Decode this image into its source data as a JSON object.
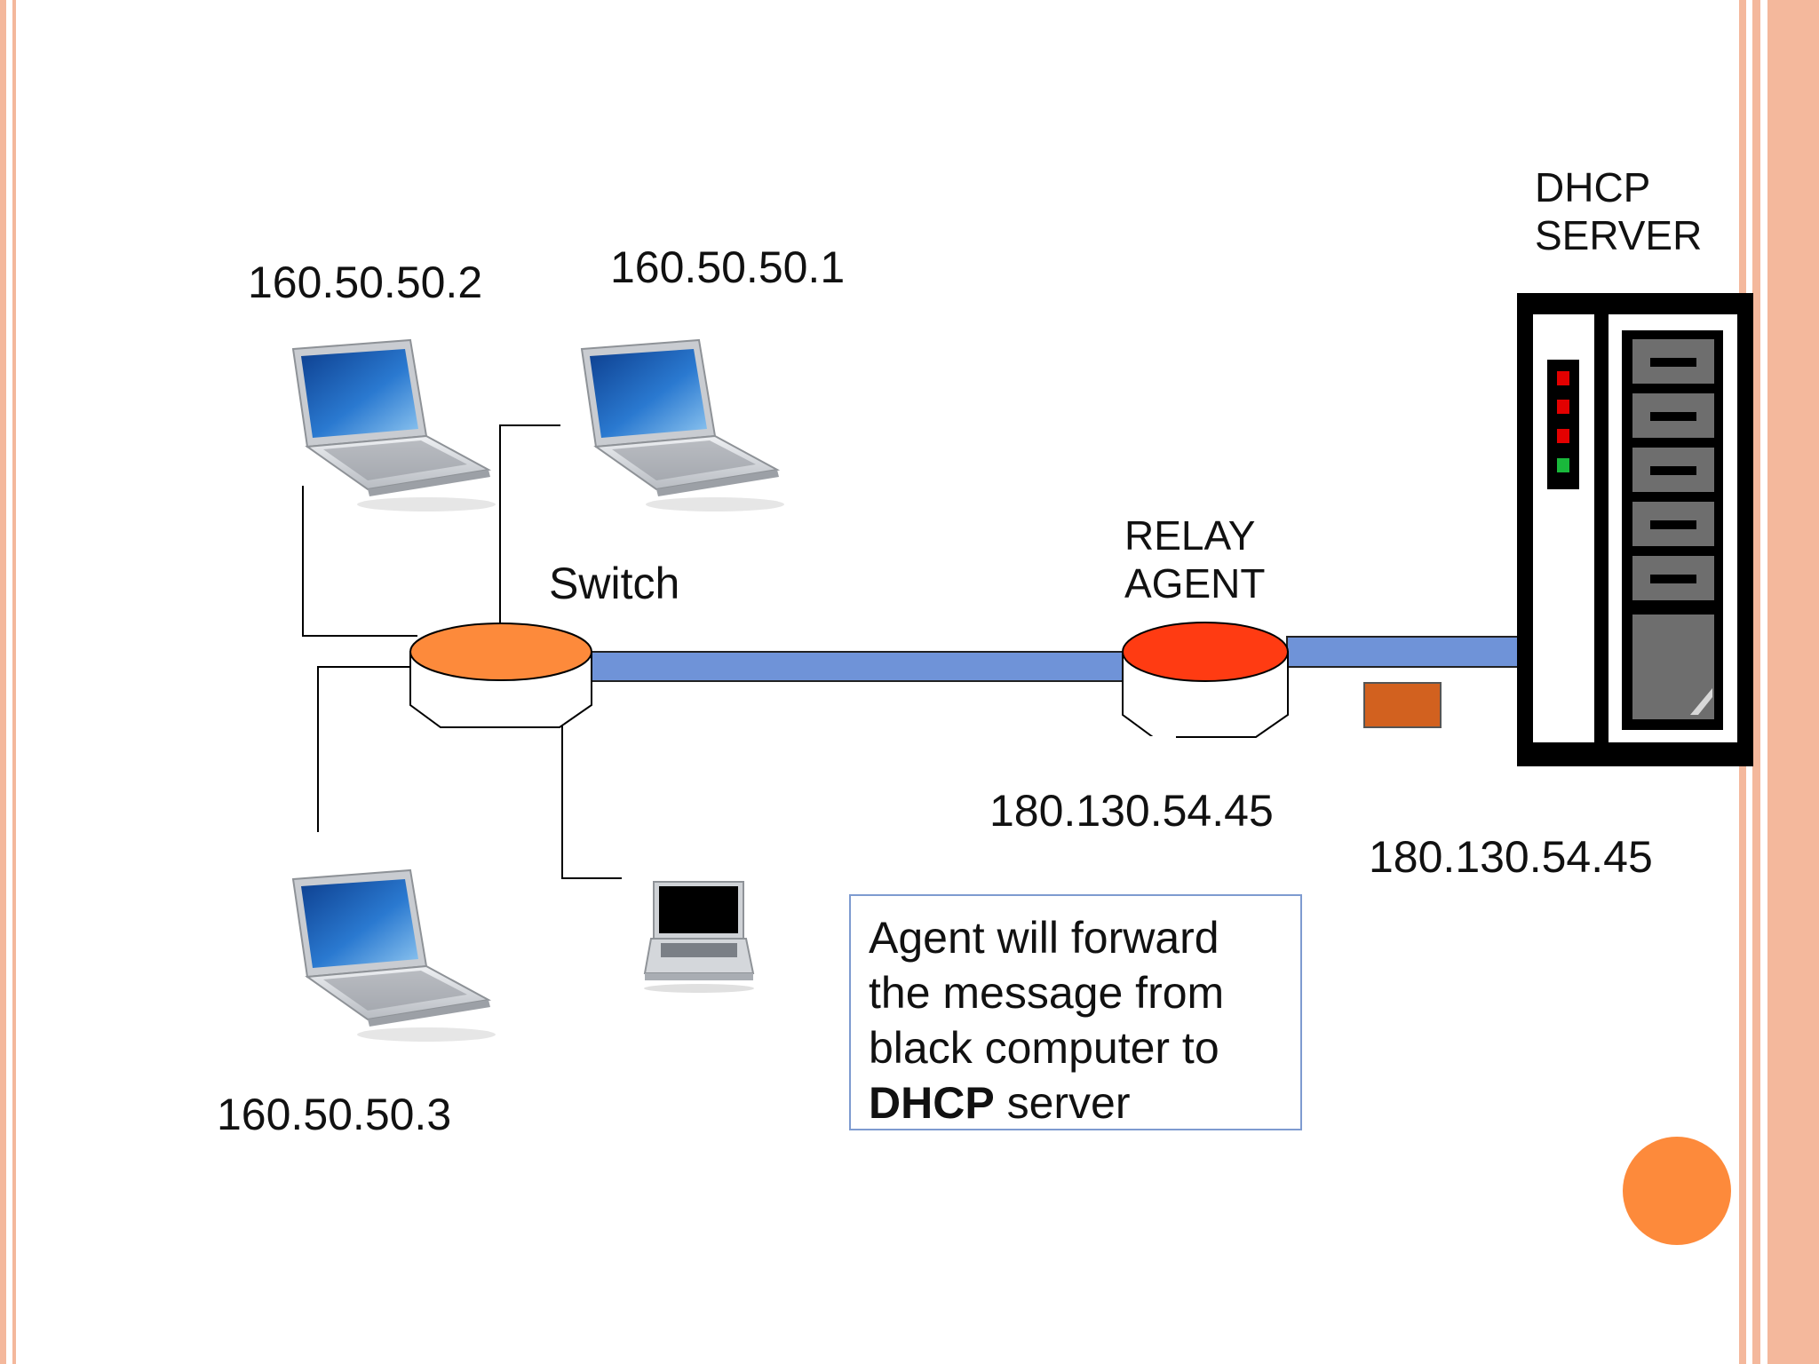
{
  "labels": {
    "pc1_ip": "160.50.50.2",
    "pc2_ip": "160.50.50.1",
    "pc3_ip": "160.50.50.3",
    "switch": "Switch",
    "relay_line1": "RELAY",
    "relay_line2": "AGENT",
    "relay_ip": "180.130.54.45",
    "server_line1": "DHCP",
    "server_line2": "SERVER",
    "server_ip": "180.130.54.45"
  },
  "note": {
    "line1": "Agent will forward",
    "line2": "the message from",
    "line3": "black computer to",
    "line4_bold": "DHCP",
    "line4_rest": " server"
  },
  "colors": {
    "border_stripe": "#f4b89c",
    "switch_top": "#fd8a3b",
    "relay_top": "#ff3b12",
    "link": "#6f93d8",
    "message_packet": "#d2611f",
    "decor_circle": "#fd8a3b",
    "led_red": "#e30000",
    "led_green": "#19b83b"
  }
}
